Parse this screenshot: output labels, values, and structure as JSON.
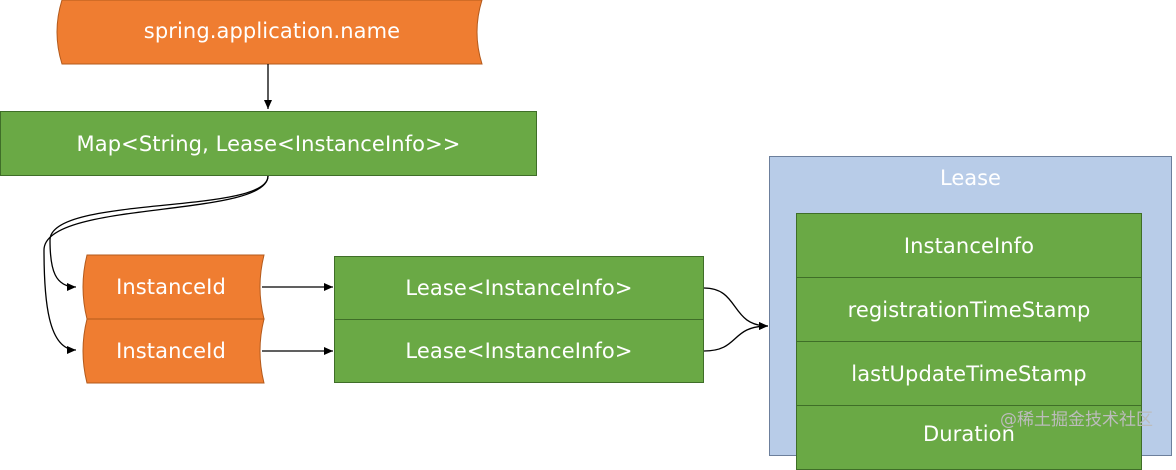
{
  "diagram": {
    "top_node": "spring.application.name",
    "map_node": "Map<String, Lease<InstanceInfo>>",
    "instance_ids": [
      "InstanceId",
      "InstanceId"
    ],
    "leases": [
      "Lease<InstanceInfo>",
      "Lease<InstanceInfo>"
    ],
    "lease_class": {
      "title": "Lease",
      "fields": [
        "InstanceInfo",
        "registrationTimeStamp",
        "lastUpdateTimeStamp",
        "Duration"
      ]
    }
  },
  "watermark": "@稀土掘金技术社区",
  "colors": {
    "orange": "#ef7d31",
    "green": "#6aa945",
    "blue_container": "#b8cce8",
    "line": "#000000"
  }
}
